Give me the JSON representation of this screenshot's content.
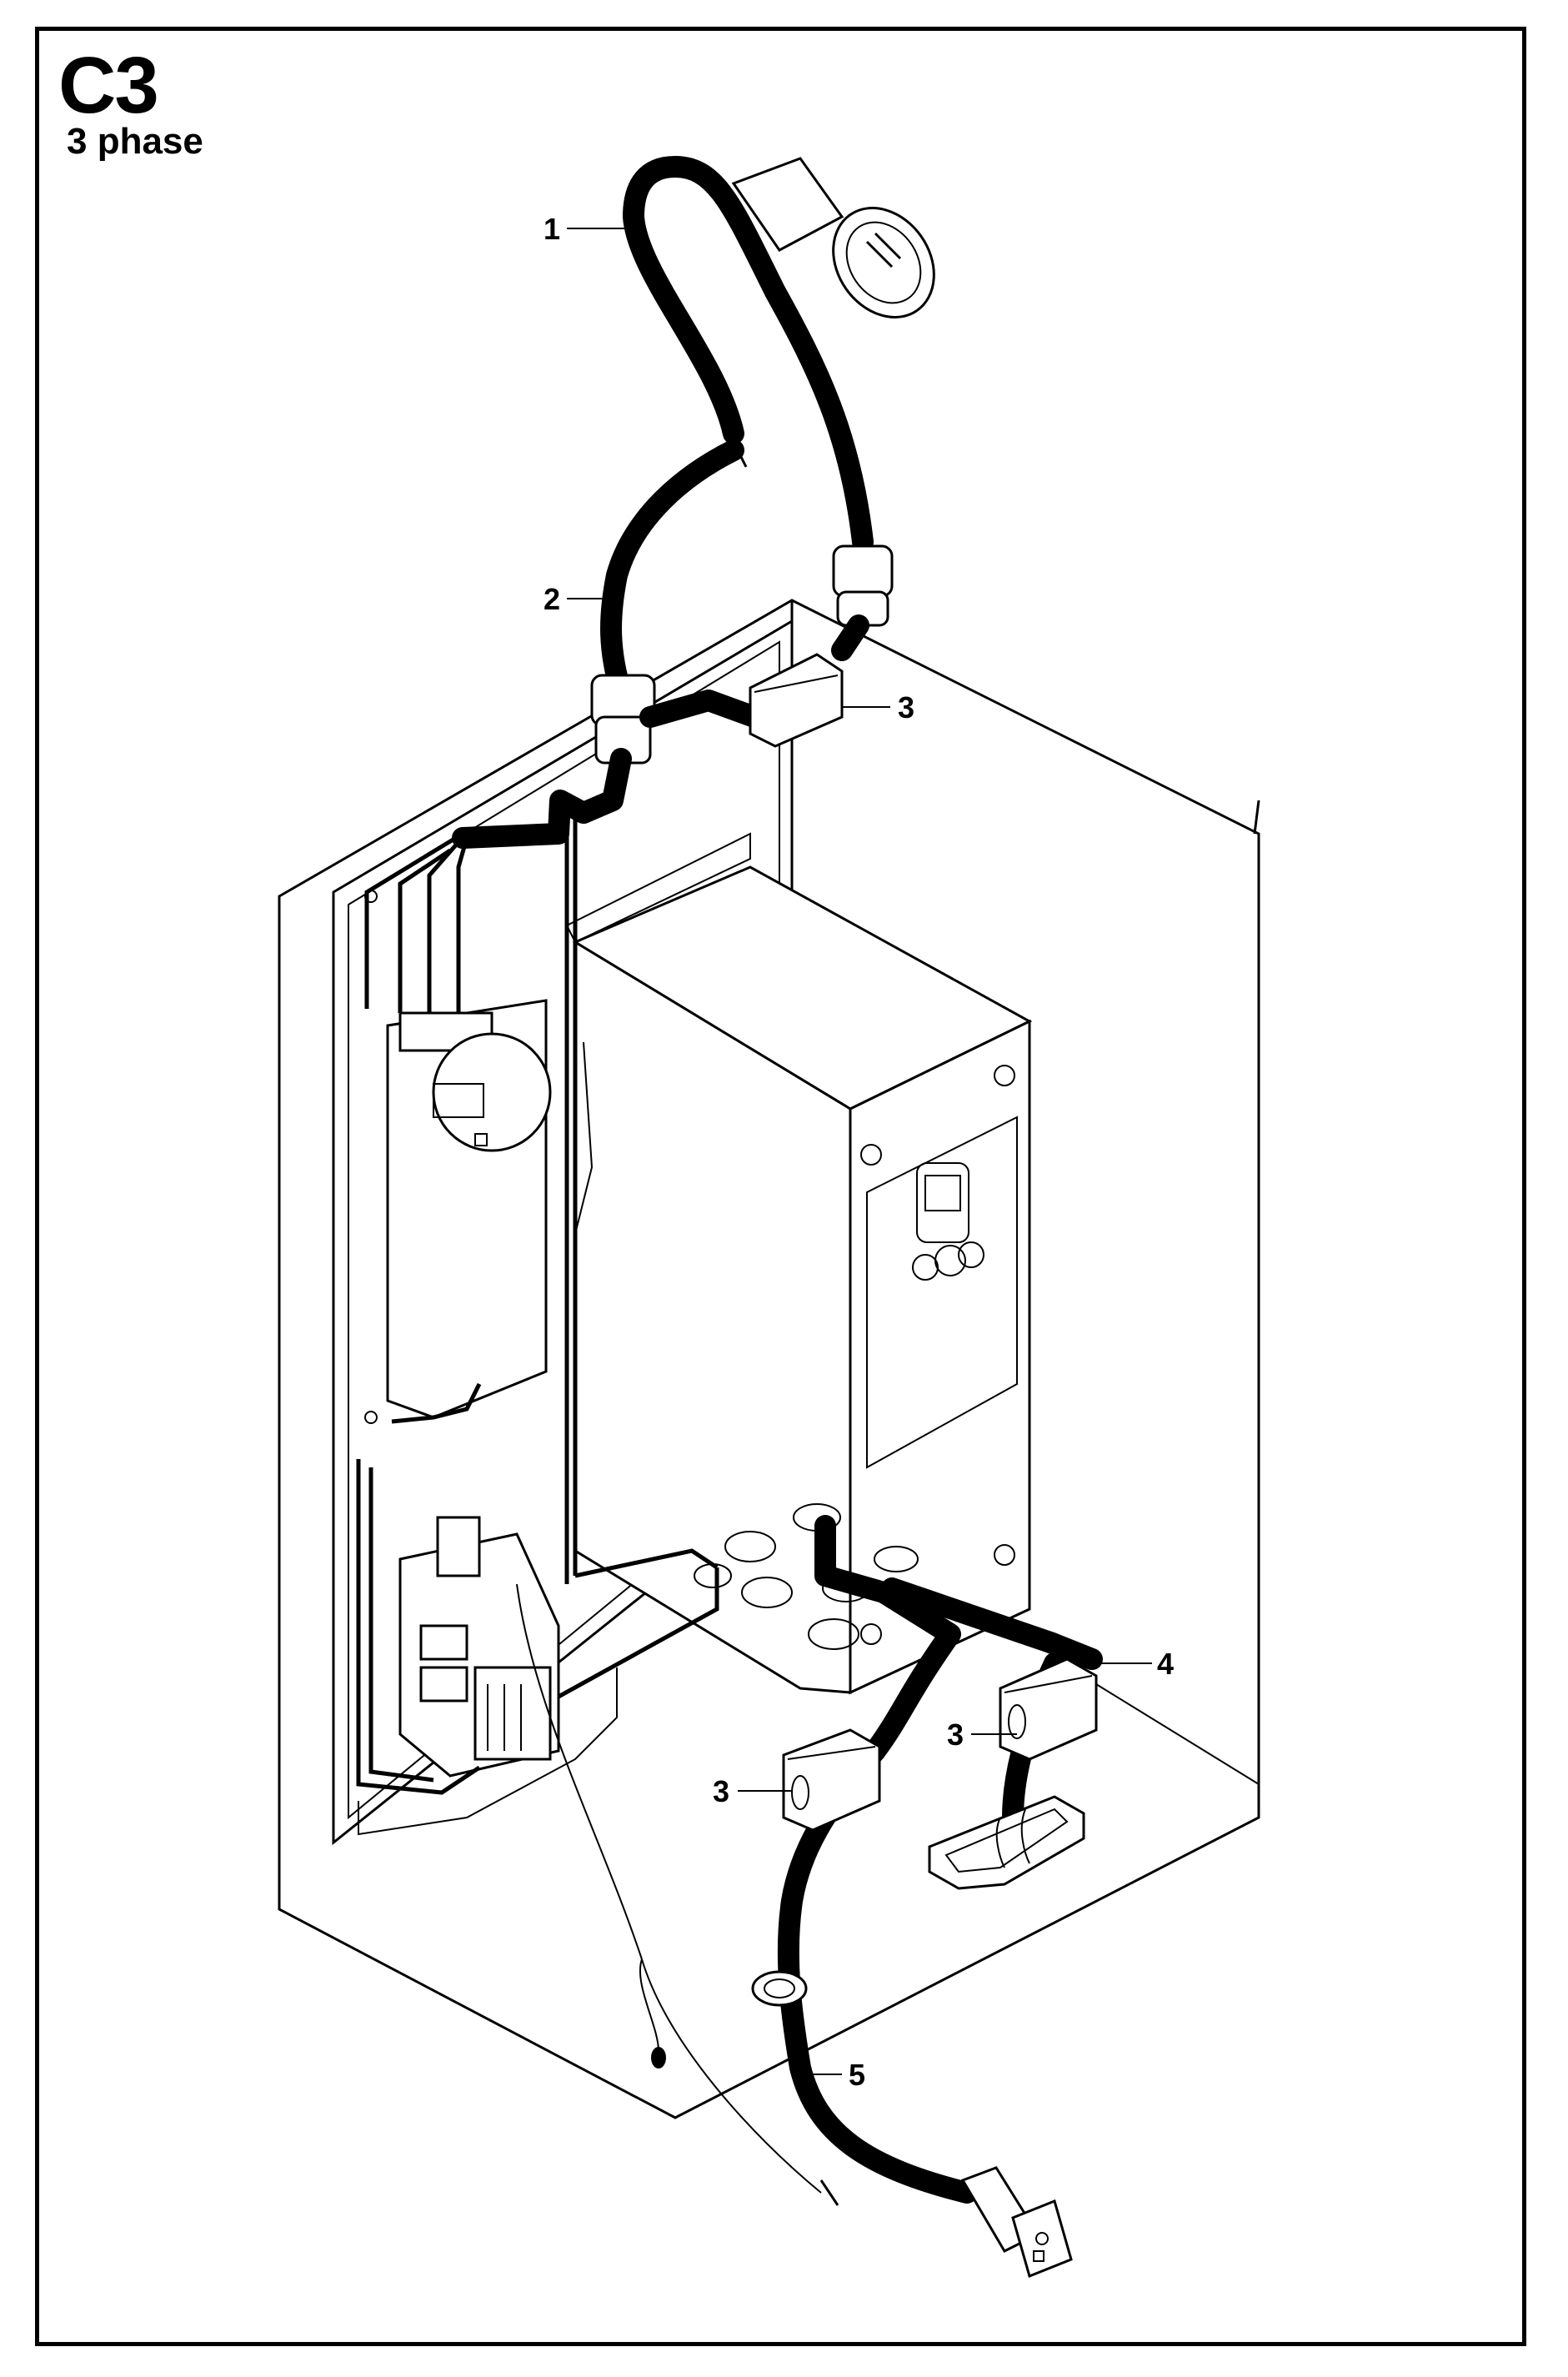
{
  "header": {
    "code": "C3",
    "subtitle": "3 phase"
  },
  "callouts": [
    {
      "id": "c1",
      "label": "1"
    },
    {
      "id": "c2",
      "label": "2"
    },
    {
      "id": "c3a",
      "label": "3"
    },
    {
      "id": "c4",
      "label": "4"
    },
    {
      "id": "c3b",
      "label": "3"
    },
    {
      "id": "c3c",
      "label": "3"
    },
    {
      "id": "c5",
      "label": "5"
    }
  ]
}
